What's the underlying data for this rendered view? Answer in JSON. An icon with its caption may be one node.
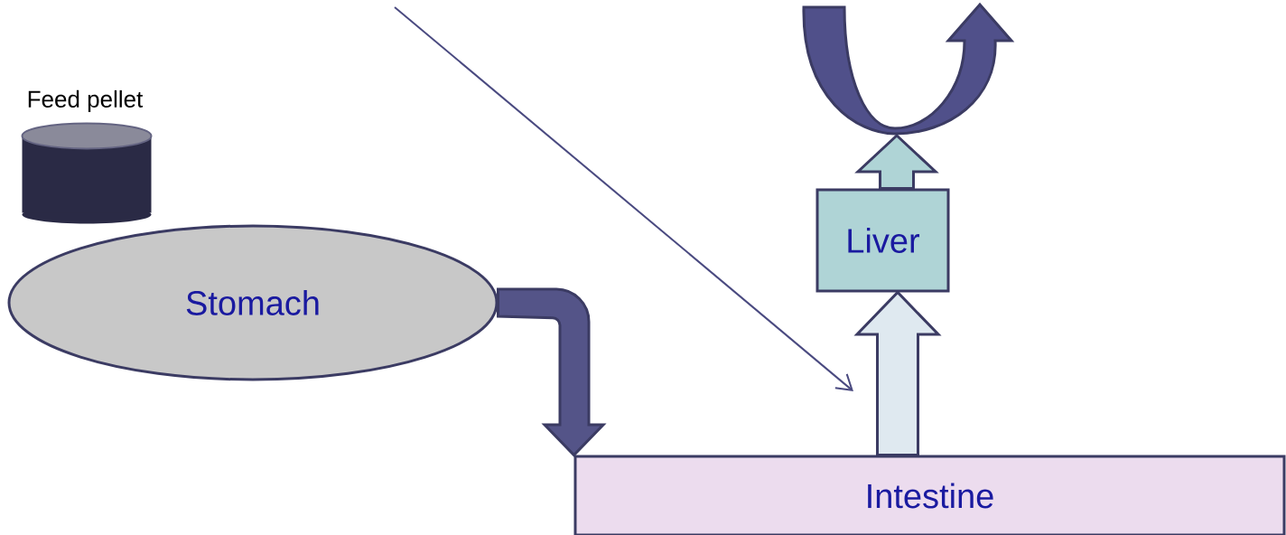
{
  "diagram": {
    "nodes": [
      {
        "text": [
          "Feed pellet"
        ]
      },
      {
        "text": [
          "Liver"
        ]
      },
      {
        "text": [
          "Stomach"
        ]
      },
      {
        "text": [
          "Intestine"
        ]
      }
    ],
    "edges": [
      {
        "from": 2,
        "to": 3,
        "arrow": "to",
        "style": "thick",
        "color": "#545488"
      },
      {
        "from": 3,
        "to": 1,
        "arrow": "to",
        "style": "thick",
        "color": "#dfe9f0"
      },
      {
        "from": 1,
        "to": null,
        "arrow": "to",
        "style": "thick",
        "color": "#afd4d6"
      }
    ]
  }
}
